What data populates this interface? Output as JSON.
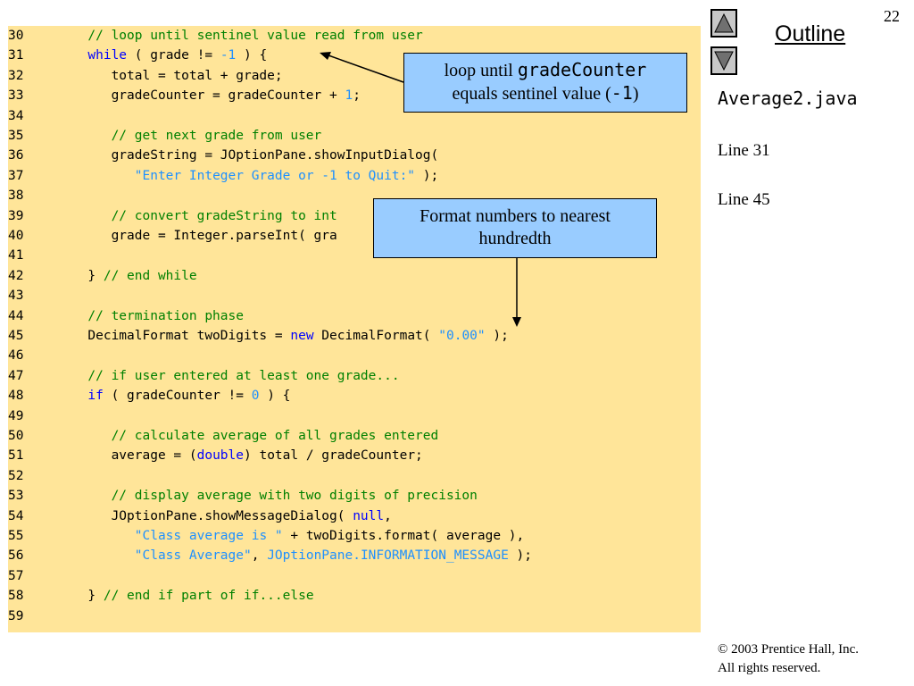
{
  "slide": {
    "page_number": "22",
    "outline_title": "Outline",
    "file_name": "Average2.java",
    "side_refs": [
      "Line 31",
      "Line 45"
    ],
    "copyright_symbol": "©",
    "copyright": "2003 Prentice Hall, Inc.",
    "rights": "All rights reserved."
  },
  "callouts": {
    "c1_pre": "loop until ",
    "c1_mono": "gradeCounter",
    "c1_line2_pre": "equals sentinel value (",
    "c1_line2_mono": "-1",
    "c1_line2_post": ")",
    "c2_line1": "Format numbers to nearest",
    "c2_line2": "hundredth"
  },
  "code": {
    "l30": "30",
    "l31": "31",
    "l32": "32",
    "l33": "33",
    "l34": "34",
    "l35": "35",
    "l36": "36",
    "l37": "37",
    "l38": "38",
    "l39": "39",
    "l40": "40",
    "l41": "41",
    "l42": "42",
    "l43": "43",
    "l44": "44",
    "l45": "45",
    "l46": "46",
    "l47": "47",
    "l48": "48",
    "l49": "49",
    "l50": "50",
    "l51": "51",
    "l52": "52",
    "l53": "53",
    "l54": "54",
    "l55": "55",
    "l56": "56",
    "l57": "57",
    "l58": "58",
    "l59": "59",
    "t30": "      // loop until sentinel value read from user",
    "t31_ind": "      ",
    "t31_kw": "while",
    "t31_a": " ( grade != ",
    "t31_n": "-1",
    "t31_b": " ) {",
    "t32": "         total = total + grade;",
    "t33_a": "         gradeCounter = gradeCounter + ",
    "t33_n": "1",
    "t33_b": ";",
    "t35": "         // get next grade from user",
    "t36": "         gradeString = JOptionPane.showInputDialog(",
    "t37_ind": "            ",
    "t37_s": "\"Enter Integer Grade or -1 to Quit:\"",
    "t37_b": " );",
    "t39": "         // convert gradeString to int",
    "t40": "         grade = Integer.parseInt( gra",
    "t42_a": "      } ",
    "t42_c": "// end while",
    "t44": "      // termination phase",
    "t45_a": "      DecimalFormat twoDigits = ",
    "t45_kw": "new",
    "t45_b": " DecimalFormat( ",
    "t45_s": "\"0.00\"",
    "t45_c": " );",
    "t47": "      // if user entered at least one grade...",
    "t48_ind": "      ",
    "t48_kw": "if",
    "t48_a": " ( gradeCounter != ",
    "t48_n": "0",
    "t48_b": " ) {",
    "t50": "         // calculate average of all grades entered",
    "t51_a": "         average = (",
    "t51_kw": "double",
    "t51_b": ") total / gradeCounter;",
    "t53": "         // display average with two digits of precision",
    "t54_a": "         JOptionPane.showMessageDialog( ",
    "t54_kw": "null",
    "t54_b": ",",
    "t55_ind": "            ",
    "t55_s": "\"Class average is \"",
    "t55_b": " + twoDigits.format( average ),",
    "t56_ind": "            ",
    "t56_s": "\"Class Average\"",
    "t56_a": ", ",
    "t56_k": "JOptionPane.INFORMATION_MESSAGE",
    "t56_b": " );",
    "t58_a": "      } ",
    "t58_c": "// end if part of if...else"
  },
  "colors": {
    "panel": "#ffe599",
    "callout": "#99ccff",
    "comment": "#008000",
    "keyword": "#0000ff",
    "literal": "#1e90ff"
  },
  "icons": [
    "up-triangle-icon",
    "down-triangle-icon"
  ]
}
